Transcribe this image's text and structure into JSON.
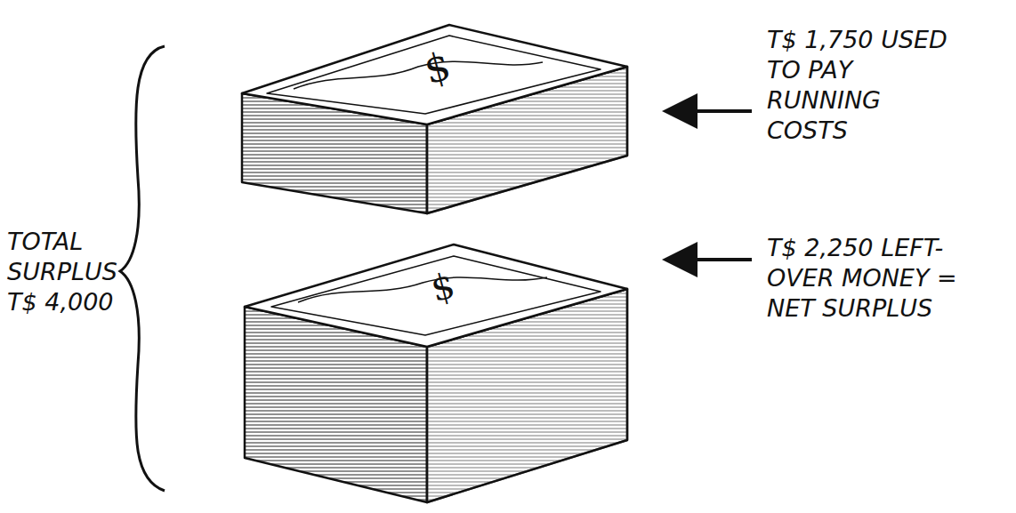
{
  "diagram": {
    "labels": [
      "TOTAL SURPLUS T$ 4,000",
      "T$ 1,750 USED TO PAY RUNNING COSTS",
      "T$ 2,250 LEFT-OVER MONEY = NET SURPLUS"
    ]
  }
}
